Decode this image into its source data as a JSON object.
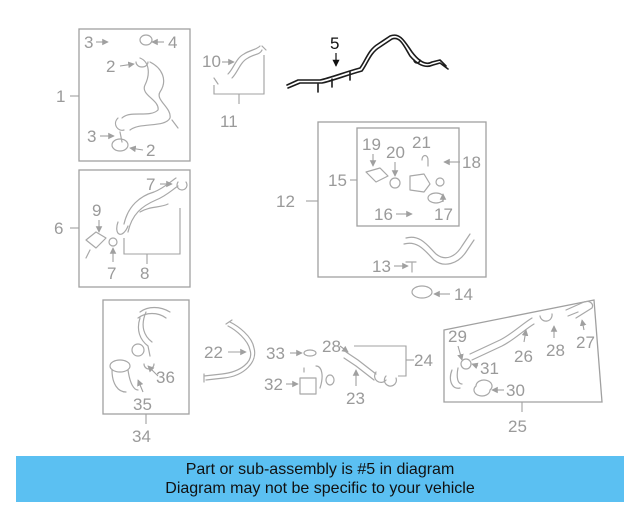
{
  "diagram": {
    "callouts": {
      "c1": "1",
      "c2a": "2",
      "c2b": "2",
      "c3a": "3",
      "c3b": "3",
      "c4": "4",
      "c5": "5",
      "c6": "6",
      "c7a": "7",
      "c7b": "7",
      "c8": "8",
      "c9": "9",
      "c10": "10",
      "c11": "11",
      "c12": "12",
      "c13": "13",
      "c14": "14",
      "c15": "15",
      "c16": "16",
      "c17": "17",
      "c18": "18",
      "c19": "19",
      "c20": "20",
      "c21": "21",
      "c22": "22",
      "c23": "23",
      "c24": "24",
      "c25": "25",
      "c26": "26",
      "c27": "27",
      "c28a": "28",
      "c28b": "28",
      "c29": "29",
      "c30": "30",
      "c31": "31",
      "c32": "32",
      "c33": "33",
      "c34": "34",
      "c35": "35",
      "c36": "36"
    },
    "highlight_part": "5",
    "highlight_color": "#1c1c1c",
    "muted_color": "#9a9a9a"
  },
  "banner": {
    "line1": "Part or sub-assembly is #5 in diagram",
    "line2": "Diagram may not be specific to your vehicle",
    "background": "#5bc0f2"
  }
}
